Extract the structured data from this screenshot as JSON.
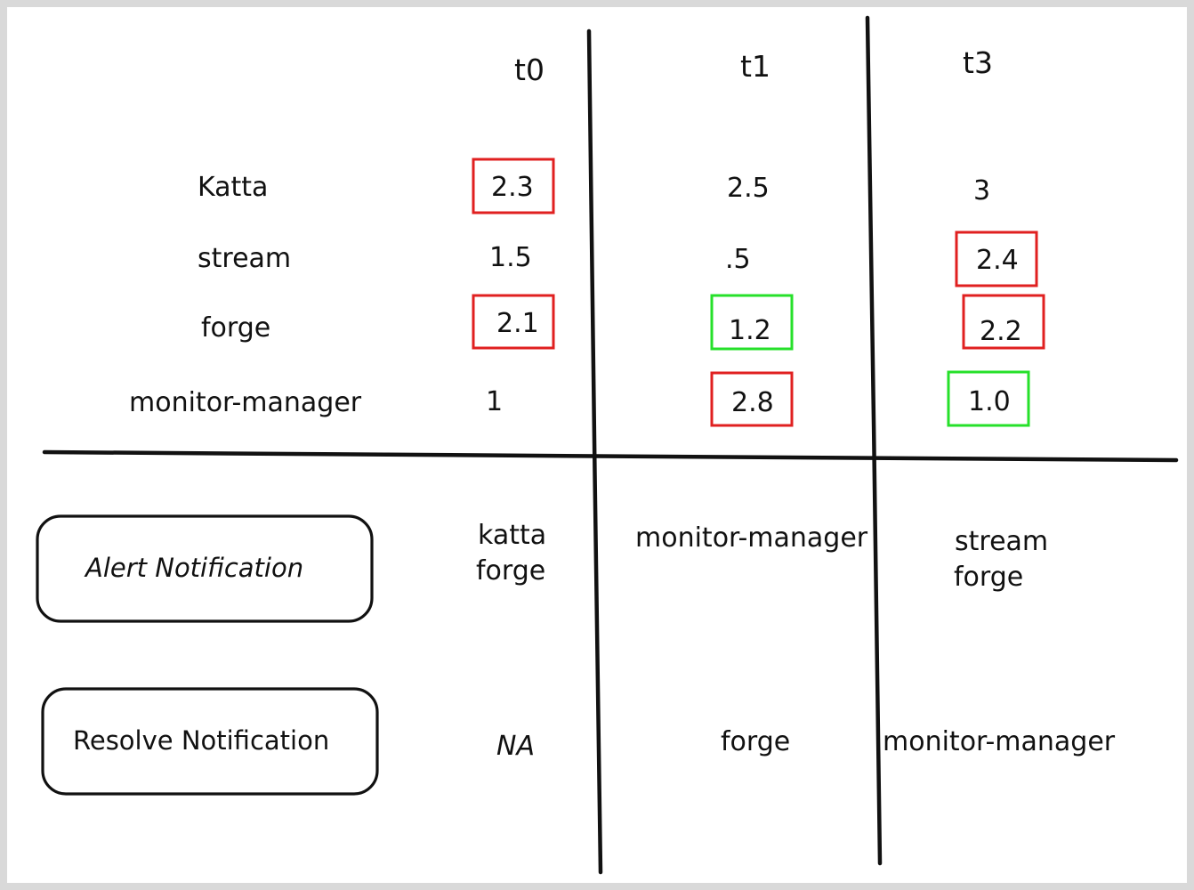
{
  "columns": [
    "t0",
    "t1",
    "t3"
  ],
  "rows": [
    {
      "label": "Katta",
      "values": [
        "2.3",
        "2.5",
        "3"
      ],
      "highlights": [
        "red",
        "none",
        "none"
      ]
    },
    {
      "label": "stream",
      "values": [
        "1.5",
        ".5",
        "2.4"
      ],
      "highlights": [
        "none",
        "none",
        "red"
      ]
    },
    {
      "label": "forge",
      "values": [
        "2.1",
        "1.2",
        "2.2"
      ],
      "highlights": [
        "red",
        "green",
        "red"
      ]
    },
    {
      "label": "monitor-manager",
      "values": [
        "1",
        "2.8",
        "1.0"
      ],
      "highlights": [
        "none",
        "red",
        "green"
      ]
    }
  ],
  "notifications": {
    "alert": {
      "label": "Alert Notification",
      "t0": [
        "katta",
        "forge"
      ],
      "t1": [
        "monitor-manager"
      ],
      "t3": [
        "stream",
        "forge"
      ]
    },
    "resolve": {
      "label": "Resolve Notification",
      "t0": "NA",
      "t1": "forge",
      "t3": "monitor-manager"
    }
  },
  "colors": {
    "red_box": "#e02020",
    "green_box": "#26e02a",
    "ink": "#111111"
  }
}
